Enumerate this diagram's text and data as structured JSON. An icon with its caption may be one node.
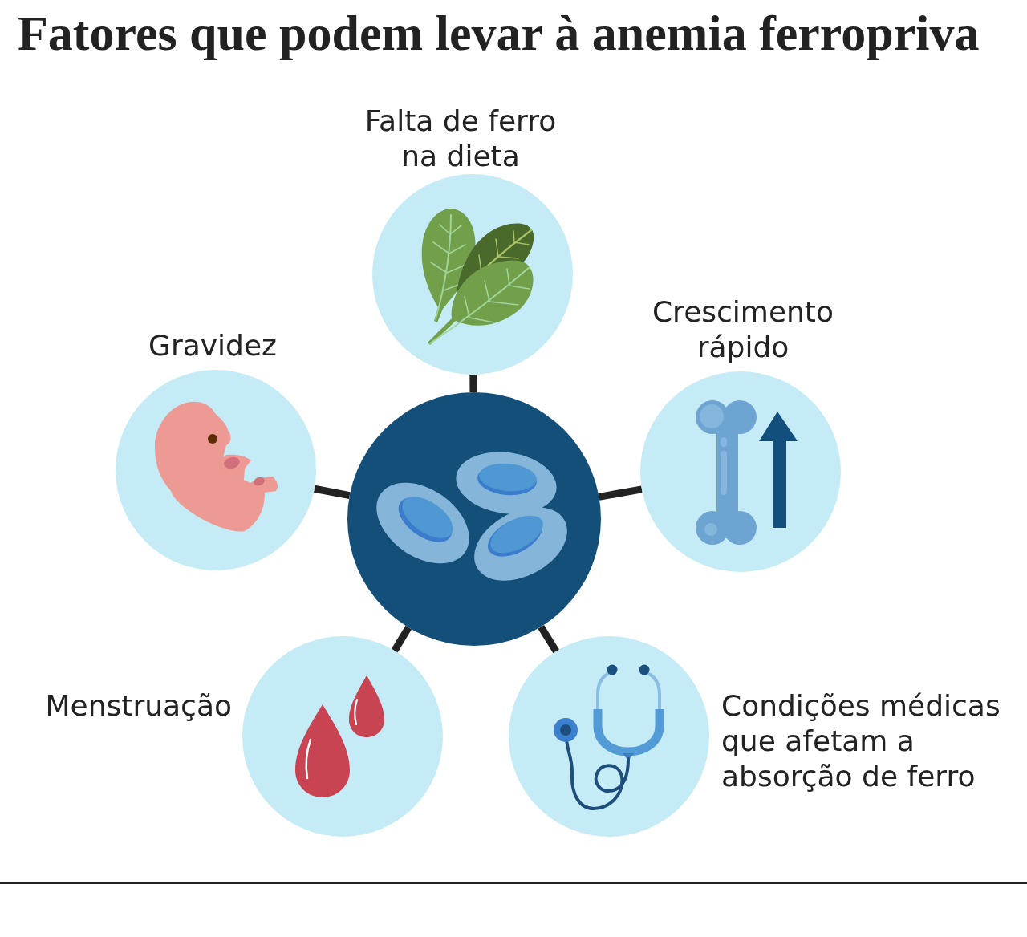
{
  "diagram": {
    "title": "Fatores que podem levar à anemia ferropriva",
    "nodes": [
      {
        "text": [
          "Falta de ferro na dieta"
        ]
      },
      {
        "text": [
          "Gravidez"
        ]
      },
      {
        "text": [],
        "shape": "circle"
      },
      {
        "text": [
          "Crescimento rápido"
        ]
      },
      {
        "text": [
          "Menstruação"
        ]
      },
      {
        "text": [
          "Condições médicas que afetam a absorção de ferro"
        ]
      }
    ],
    "edges": [
      {
        "from": 2,
        "to": 0,
        "arrow": "none"
      },
      {
        "from": 2,
        "to": 1,
        "arrow": "none"
      },
      {
        "from": 2,
        "to": 3,
        "arrow": "none"
      },
      {
        "from": 2,
        "to": 4,
        "arrow": "none"
      },
      {
        "from": 2,
        "to": 5,
        "arrow": "none"
      }
    ]
  }
}
